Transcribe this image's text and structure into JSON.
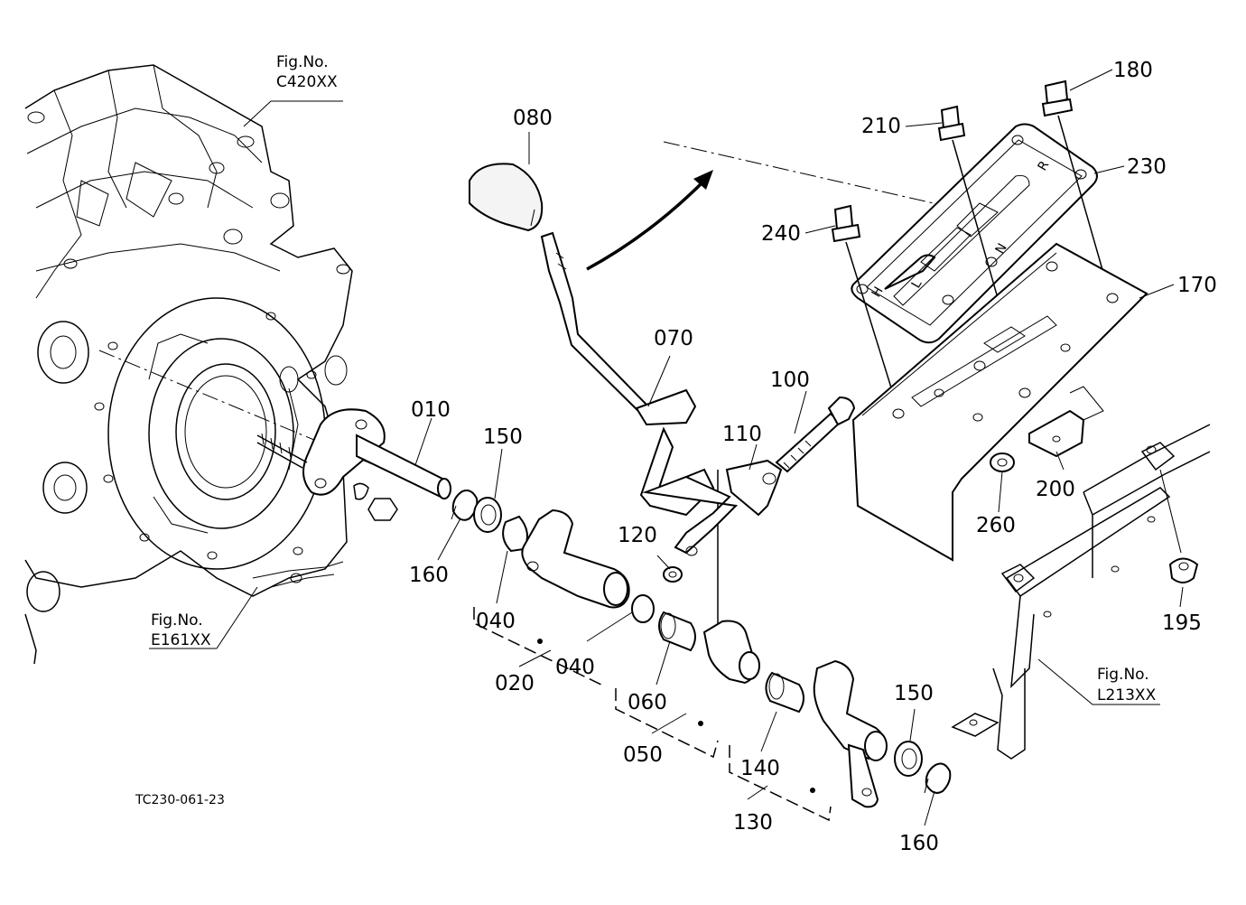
{
  "drawing_code": "TC230-061-23",
  "figure_refs": [
    {
      "id": "c420",
      "title": "Fig.No.",
      "code": "C420XX"
    },
    {
      "id": "e161",
      "title": "Fig.No.",
      "code": "E161XX"
    },
    {
      "id": "l213",
      "title": "Fig.No.",
      "code": "L213XX"
    }
  ],
  "part_labels": {
    "p010": "010",
    "p020": "020",
    "p040a": "040",
    "p040b": "040",
    "p050": "050",
    "p060": "060",
    "p070": "070",
    "p080": "080",
    "p100": "100",
    "p110": "110",
    "p120": "120",
    "p130": "130",
    "p140": "140",
    "p150a": "150",
    "p150b": "150",
    "p160a": "160",
    "p160b": "160",
    "p170": "170",
    "p180": "180",
    "p195": "195",
    "p200": "200",
    "p210": "210",
    "p230": "230",
    "p240": "240",
    "p260": "260"
  },
  "plate_letters": {
    "h": "H",
    "l": "L",
    "n": "N",
    "r": "R"
  }
}
